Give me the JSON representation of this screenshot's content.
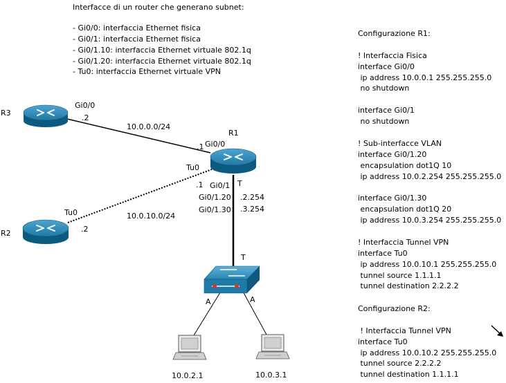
{
  "intro": {
    "heading": "Interfacce di un router che generano subnet:",
    "items": [
      "- Gi0/0: interfaccia Ethernet fisica",
      "- Gi0/1: interfaccia Ethernet fisica",
      "- Gi0/1.10: interfaccia Ethernet virtuale 802.1q",
      "- Gi0/1.20: interfaccia Ethernet virtuale 802.1q",
      "- Tu0: interfaccia Ethernet virtuale VPN"
    ]
  },
  "config_r1": {
    "lines": [
      "Configurazione R1:",
      "",
      "! Interfaccia Fisica",
      "interface Gi0/0",
      " ip address 10.0.0.1 255.255.255.0",
      " no shutdown",
      "",
      "interface Gi0/1",
      " no shutdown",
      "",
      "! Sub-interfacce VLAN",
      "interface Gi0/1.20",
      " encapsulation dot1Q 10",
      " ip address 10.0.2.254 255.255.255.0",
      "",
      "interface Gi0/1.30",
      " encapsulation dot1Q 20",
      " ip address 10.0.3.254 255.255.255.0",
      "",
      "! Interfaccia Tunnel VPN",
      "interface Tu0",
      " ip address 10.0.10.1 255.255.255.0",
      " tunnel source 1.1.1.1",
      " tunnel destination 2.2.2.2"
    ]
  },
  "config_r2": {
    "lines": [
      "Configurazione R2:",
      "",
      " ! Interfaccia Tunnel VPN",
      "interface Tu0",
      " ip address 10.0.10.2 255.255.255.0",
      " tunnel source 2.2.2.2",
      " tunnel destination 1.1.1.1"
    ]
  },
  "diagram": {
    "routers": {
      "r1": "R1",
      "r2": "R2",
      "r3": "R3"
    },
    "links": {
      "r3_r1_subnet": "10.0.0.0/24",
      "r2_r1_subnet": "10.0.10.0/24"
    },
    "labels": {
      "r3_if": "Gi0/0",
      "r3_ip": ".2",
      "r1_gi00": "Gi0/0",
      "r1_gi00_ip": ".1",
      "r1_tu0": "Tu0",
      "r1_tu0_ip": ".1",
      "r1_gi01": "Gi0/1",
      "r1_gi0120": "Gi0/1.20",
      "r1_gi0130": "Gi0/1.30",
      "r1_trunk": "T",
      "r1_ip20": ".2.254",
      "r1_ip30": ".3.254",
      "r2_if": "Tu0",
      "r2_ip": ".2",
      "switch_trunk": "T",
      "switch_access_left": "A",
      "switch_access_right": "A"
    },
    "hosts": {
      "host_left": "10.0.2.1",
      "host_right": "10.0.3.1"
    }
  },
  "colors": {
    "device_blue": "#1f7aa6",
    "device_dark": "#0d5a80",
    "switch_red": "#e03030"
  }
}
